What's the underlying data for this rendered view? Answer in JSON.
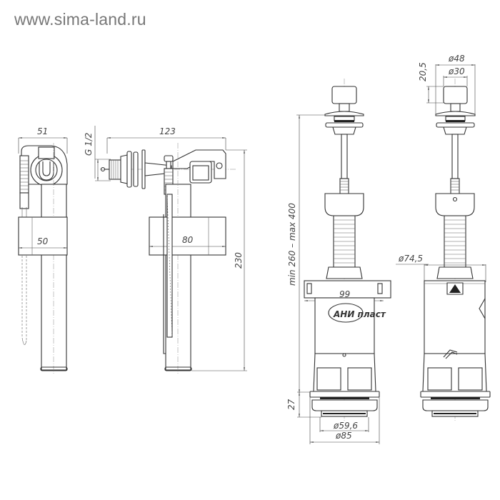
{
  "watermark": "www.sima-land.ru",
  "drawings": {
    "side_valve_front": {
      "width_top": "51",
      "float_width": "50"
    },
    "side_valve_side": {
      "thread": "G 1/2",
      "length": "123",
      "float_width": "80",
      "height": "230"
    },
    "drain_valve_front": {
      "height_range": "min 260 – max 400",
      "body_width": "99",
      "thread_height": "27",
      "thread_diameter": "ø59,6",
      "base_diameter": "ø85",
      "logo": "АНИ пласт"
    },
    "drain_valve_side": {
      "button_height": "20,5",
      "cap_diameter": "ø48",
      "button_diameter": "ø30",
      "body_diameter": "ø74,5"
    }
  },
  "colors": {
    "line": "#333333",
    "dimension": "#444444",
    "watermark": "#777777",
    "background": "#ffffff"
  }
}
